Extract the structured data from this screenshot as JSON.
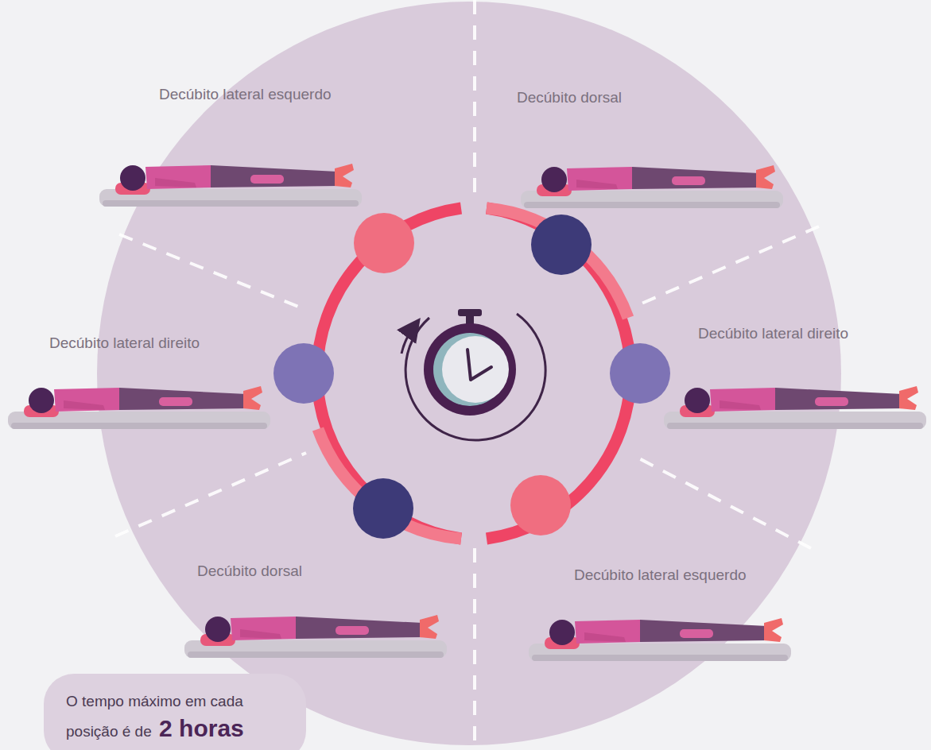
{
  "diagram": {
    "nodes": [
      {
        "text": [
          "O tempo máximo em cada posição é de",
          "2 horas"
        ]
      }
    ],
    "labels": [
      "Decúbito lateral esquerdo",
      "Decúbito dorsal",
      "Decúbito lateral direito",
      "Decúbito lateral direito",
      "Decúbito dorsal",
      "Decúbito lateral esquerdo"
    ]
  }
}
